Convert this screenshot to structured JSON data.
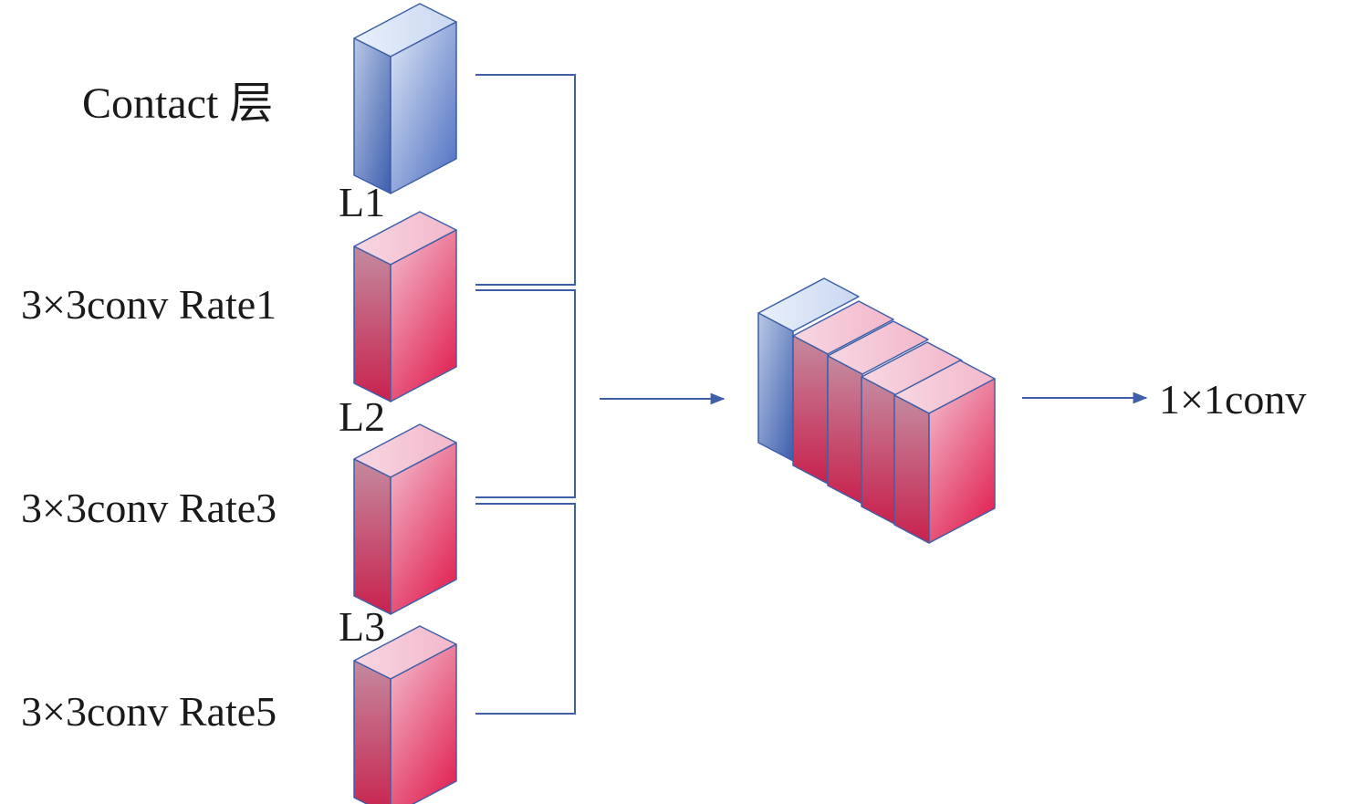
{
  "labels": {
    "contact": "Contact 层",
    "rate1": "3×3conv Rate1",
    "rate3": "3×3conv Rate3",
    "rate5": "3×3conv Rate5",
    "l1": "L1",
    "l2": "L2",
    "l3": "L3",
    "output": "1×1conv"
  },
  "colors": {
    "blue_block": "#5b7fc9",
    "red_block": "#e0486f",
    "line": "#3f5fa8"
  }
}
